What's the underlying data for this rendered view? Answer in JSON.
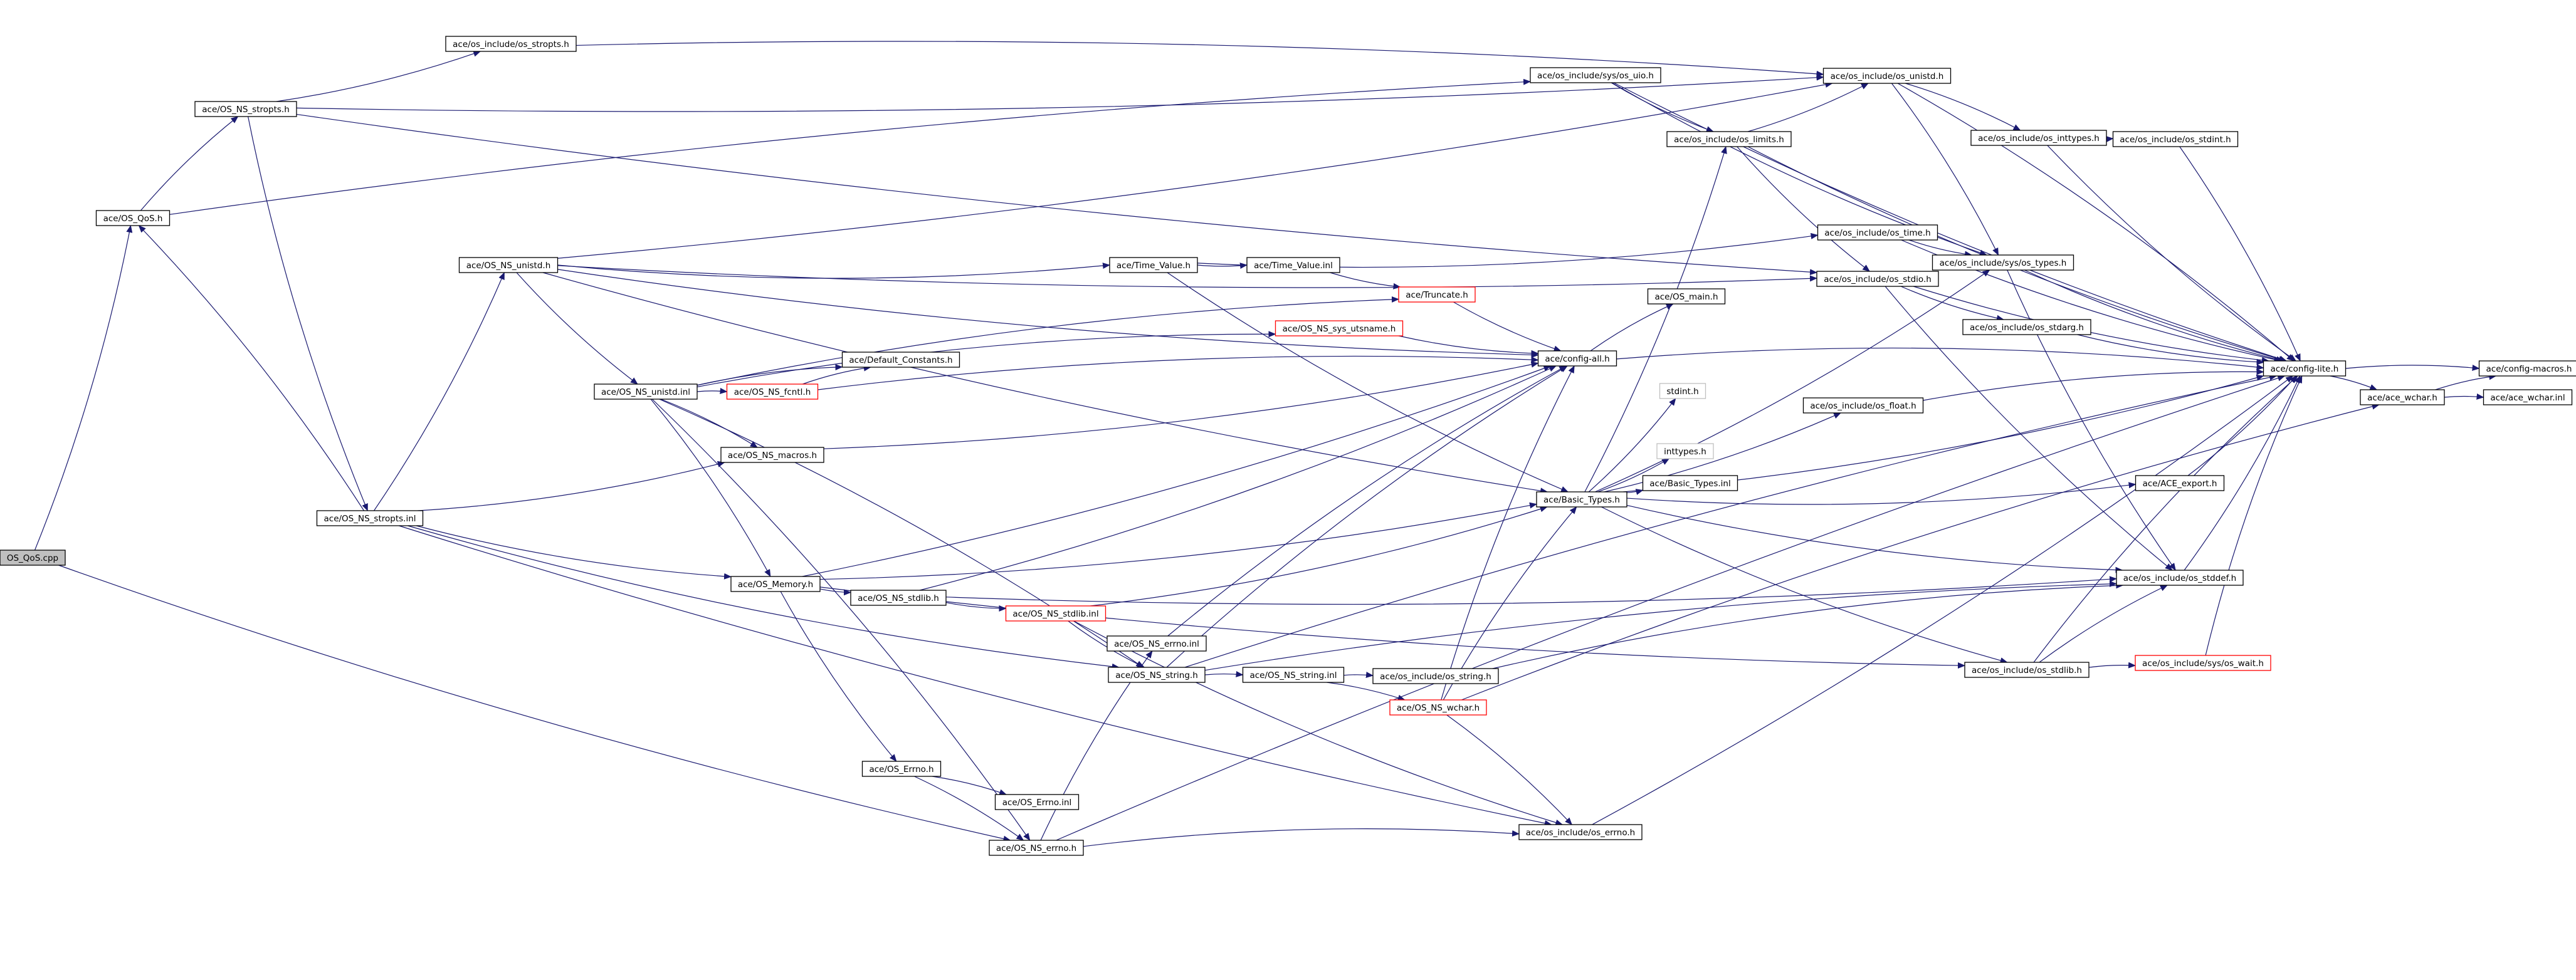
{
  "colors": {
    "edge": "#191970",
    "root_fill": "#bfbfbf",
    "incomplete_border": "#ff0000"
  },
  "nodes": [
    {
      "id": "n1",
      "label": "OS_QoS.cpp",
      "kind": "root"
    },
    {
      "id": "n2",
      "label": "ace/OS_QoS.h"
    },
    {
      "id": "n3",
      "label": "ace/OS_NS_stropts.h"
    },
    {
      "id": "n4",
      "label": "ace/os_include/os_stropts.h"
    },
    {
      "id": "n5",
      "label": "ace/os_include/sys/os_uio.h"
    },
    {
      "id": "n6",
      "label": "ace/os_include/os_unistd.h"
    },
    {
      "id": "n7",
      "label": "ace/os_include/os_inttypes.h"
    },
    {
      "id": "n8",
      "label": "ace/os_include/os_stdint.h"
    },
    {
      "id": "n9",
      "label": "ace/os_include/os_limits.h"
    },
    {
      "id": "n10",
      "label": "ace/OS_NS_unistd.h"
    },
    {
      "id": "n11",
      "label": "ace/Time_Value.h"
    },
    {
      "id": "n12",
      "label": "ace/Time_Value.inl"
    },
    {
      "id": "n13",
      "label": "ace/os_include/os_time.h"
    },
    {
      "id": "n14",
      "label": "ace/os_include/sys/os_types.h"
    },
    {
      "id": "n15",
      "label": "ace/os_include/os_stdio.h"
    },
    {
      "id": "n16",
      "label": "ace/Truncate.h",
      "kind": "incomplete"
    },
    {
      "id": "n17",
      "label": "ace/OS_main.h"
    },
    {
      "id": "n18",
      "label": "ace/OS_NS_sys_utsname.h",
      "kind": "incomplete"
    },
    {
      "id": "n19",
      "label": "ace/os_include/os_stdarg.h"
    },
    {
      "id": "n20",
      "label": "ace/config-all.h"
    },
    {
      "id": "n21",
      "label": "ace/config-lite.h"
    },
    {
      "id": "n22",
      "label": "ace/config-macros.h"
    },
    {
      "id": "n23",
      "label": "ace/Default_Constants.h"
    },
    {
      "id": "n24",
      "label": "ace/OS_NS_unistd.inl"
    },
    {
      "id": "n25",
      "label": "ace/OS_NS_fcntl.h",
      "kind": "incomplete"
    },
    {
      "id": "n26",
      "label": "stdint.h",
      "kind": "unboxed"
    },
    {
      "id": "n27",
      "label": "ace/os_include/os_float.h"
    },
    {
      "id": "n28",
      "label": "ace/ace_wchar.h"
    },
    {
      "id": "n29",
      "label": "ace/ace_wchar.inl"
    },
    {
      "id": "n30",
      "label": "ace/OS_NS_macros.h"
    },
    {
      "id": "n31",
      "label": "inttypes.h",
      "kind": "unboxed"
    },
    {
      "id": "n32",
      "label": "ace/Basic_Types.inl"
    },
    {
      "id": "n33",
      "label": "ace/OS_NS_stropts.inl"
    },
    {
      "id": "n34",
      "label": "ace/Basic_Types.h"
    },
    {
      "id": "n35",
      "label": "ace/ACE_export.h"
    },
    {
      "id": "n36",
      "label": "ace/OS_Memory.h"
    },
    {
      "id": "n37",
      "label": "ace/os_include/os_stddef.h"
    },
    {
      "id": "n38",
      "label": "ace/OS_NS_stdlib.h"
    },
    {
      "id": "n39",
      "label": "ace/OS_NS_stdlib.inl",
      "kind": "incomplete"
    },
    {
      "id": "n40",
      "label": "ace/OS_NS_errno.inl"
    },
    {
      "id": "n41",
      "label": "ace/OS_NS_string.h"
    },
    {
      "id": "n42",
      "label": "ace/OS_NS_string.inl"
    },
    {
      "id": "n43",
      "label": "ace/os_include/os_string.h"
    },
    {
      "id": "n44",
      "label": "ace/os_include/os_stdlib.h"
    },
    {
      "id": "n45",
      "label": "ace/os_include/sys/os_wait.h",
      "kind": "incomplete"
    },
    {
      "id": "n46",
      "label": "ace/OS_NS_wchar.h",
      "kind": "incomplete"
    },
    {
      "id": "n47",
      "label": "ace/OS_Errno.h"
    },
    {
      "id": "n48",
      "label": "ace/OS_Errno.inl"
    },
    {
      "id": "n49",
      "label": "ace/OS_NS_errno.h"
    },
    {
      "id": "n50",
      "label": "ace/os_include/os_errno.h"
    }
  ],
  "edges": [
    [
      "n1",
      "n2"
    ],
    [
      "n1",
      "n49"
    ],
    [
      "n2",
      "n3"
    ],
    [
      "n2",
      "n5"
    ],
    [
      "n3",
      "n4"
    ],
    [
      "n3",
      "n6"
    ],
    [
      "n3",
      "n15"
    ],
    [
      "n3",
      "n33"
    ],
    [
      "n4",
      "n6"
    ],
    [
      "n5",
      "n9"
    ],
    [
      "n5",
      "n14"
    ],
    [
      "n5",
      "n21"
    ],
    [
      "n6",
      "n7"
    ],
    [
      "n6",
      "n14"
    ],
    [
      "n6",
      "n21"
    ],
    [
      "n7",
      "n8"
    ],
    [
      "n7",
      "n21"
    ],
    [
      "n8",
      "n21"
    ],
    [
      "n9",
      "n6"
    ],
    [
      "n9",
      "n15"
    ],
    [
      "n9",
      "n21"
    ],
    [
      "n10",
      "n6"
    ],
    [
      "n10",
      "n11"
    ],
    [
      "n10",
      "n20"
    ],
    [
      "n10",
      "n24"
    ],
    [
      "n10",
      "n34"
    ],
    [
      "n10",
      "n15"
    ],
    [
      "n11",
      "n12"
    ],
    [
      "n11",
      "n13"
    ],
    [
      "n11",
      "n34"
    ],
    [
      "n12",
      "n16"
    ],
    [
      "n13",
      "n14"
    ],
    [
      "n13",
      "n21"
    ],
    [
      "n14",
      "n21"
    ],
    [
      "n14",
      "n37"
    ],
    [
      "n15",
      "n19"
    ],
    [
      "n15",
      "n21"
    ],
    [
      "n15",
      "n37"
    ],
    [
      "n16",
      "n20"
    ],
    [
      "n18",
      "n20"
    ],
    [
      "n19",
      "n21"
    ],
    [
      "n20",
      "n17"
    ],
    [
      "n20",
      "n21"
    ],
    [
      "n21",
      "n22"
    ],
    [
      "n21",
      "n28"
    ],
    [
      "n24",
      "n16"
    ],
    [
      "n24",
      "n18"
    ],
    [
      "n24",
      "n23"
    ],
    [
      "n24",
      "n25"
    ],
    [
      "n24",
      "n30"
    ],
    [
      "n24",
      "n36"
    ],
    [
      "n24",
      "n41"
    ],
    [
      "n24",
      "n49"
    ],
    [
      "n25",
      "n20"
    ],
    [
      "n25",
      "n23"
    ],
    [
      "n27",
      "n21"
    ],
    [
      "n28",
      "n22"
    ],
    [
      "n28",
      "n29"
    ],
    [
      "n30",
      "n20"
    ],
    [
      "n33",
      "n10"
    ],
    [
      "n33",
      "n30"
    ],
    [
      "n33",
      "n36"
    ],
    [
      "n33",
      "n41"
    ],
    [
      "n33",
      "n50"
    ],
    [
      "n33",
      "n2"
    ],
    [
      "n34",
      "n9"
    ],
    [
      "n34",
      "n14"
    ],
    [
      "n34",
      "n26"
    ],
    [
      "n34",
      "n27"
    ],
    [
      "n34",
      "n31"
    ],
    [
      "n34",
      "n32"
    ],
    [
      "n34",
      "n35"
    ],
    [
      "n34",
      "n37"
    ],
    [
      "n34",
      "n44"
    ],
    [
      "n34",
      "n21"
    ],
    [
      "n35",
      "n21"
    ],
    [
      "n36",
      "n34"
    ],
    [
      "n36",
      "n20"
    ],
    [
      "n36",
      "n38"
    ],
    [
      "n36",
      "n47"
    ],
    [
      "n36",
      "n44"
    ],
    [
      "n37",
      "n21"
    ],
    [
      "n38",
      "n20"
    ],
    [
      "n38",
      "n39"
    ],
    [
      "n38",
      "n37"
    ],
    [
      "n39",
      "n34"
    ],
    [
      "n39",
      "n41"
    ],
    [
      "n39",
      "n50"
    ],
    [
      "n40",
      "n20"
    ],
    [
      "n41",
      "n20"
    ],
    [
      "n41",
      "n37"
    ],
    [
      "n41",
      "n42"
    ],
    [
      "n41",
      "n21"
    ],
    [
      "n42",
      "n43"
    ],
    [
      "n42",
      "n46"
    ],
    [
      "n43",
      "n37"
    ],
    [
      "n44",
      "n37"
    ],
    [
      "n44",
      "n45"
    ],
    [
      "n44",
      "n21"
    ],
    [
      "n45",
      "n21"
    ],
    [
      "n46",
      "n28"
    ],
    [
      "n46",
      "n34"
    ],
    [
      "n46",
      "n50"
    ],
    [
      "n46",
      "n20"
    ],
    [
      "n47",
      "n48"
    ],
    [
      "n47",
      "n49"
    ],
    [
      "n49",
      "n40"
    ],
    [
      "n49",
      "n50"
    ],
    [
      "n49",
      "n21"
    ],
    [
      "n50",
      "n21"
    ]
  ]
}
